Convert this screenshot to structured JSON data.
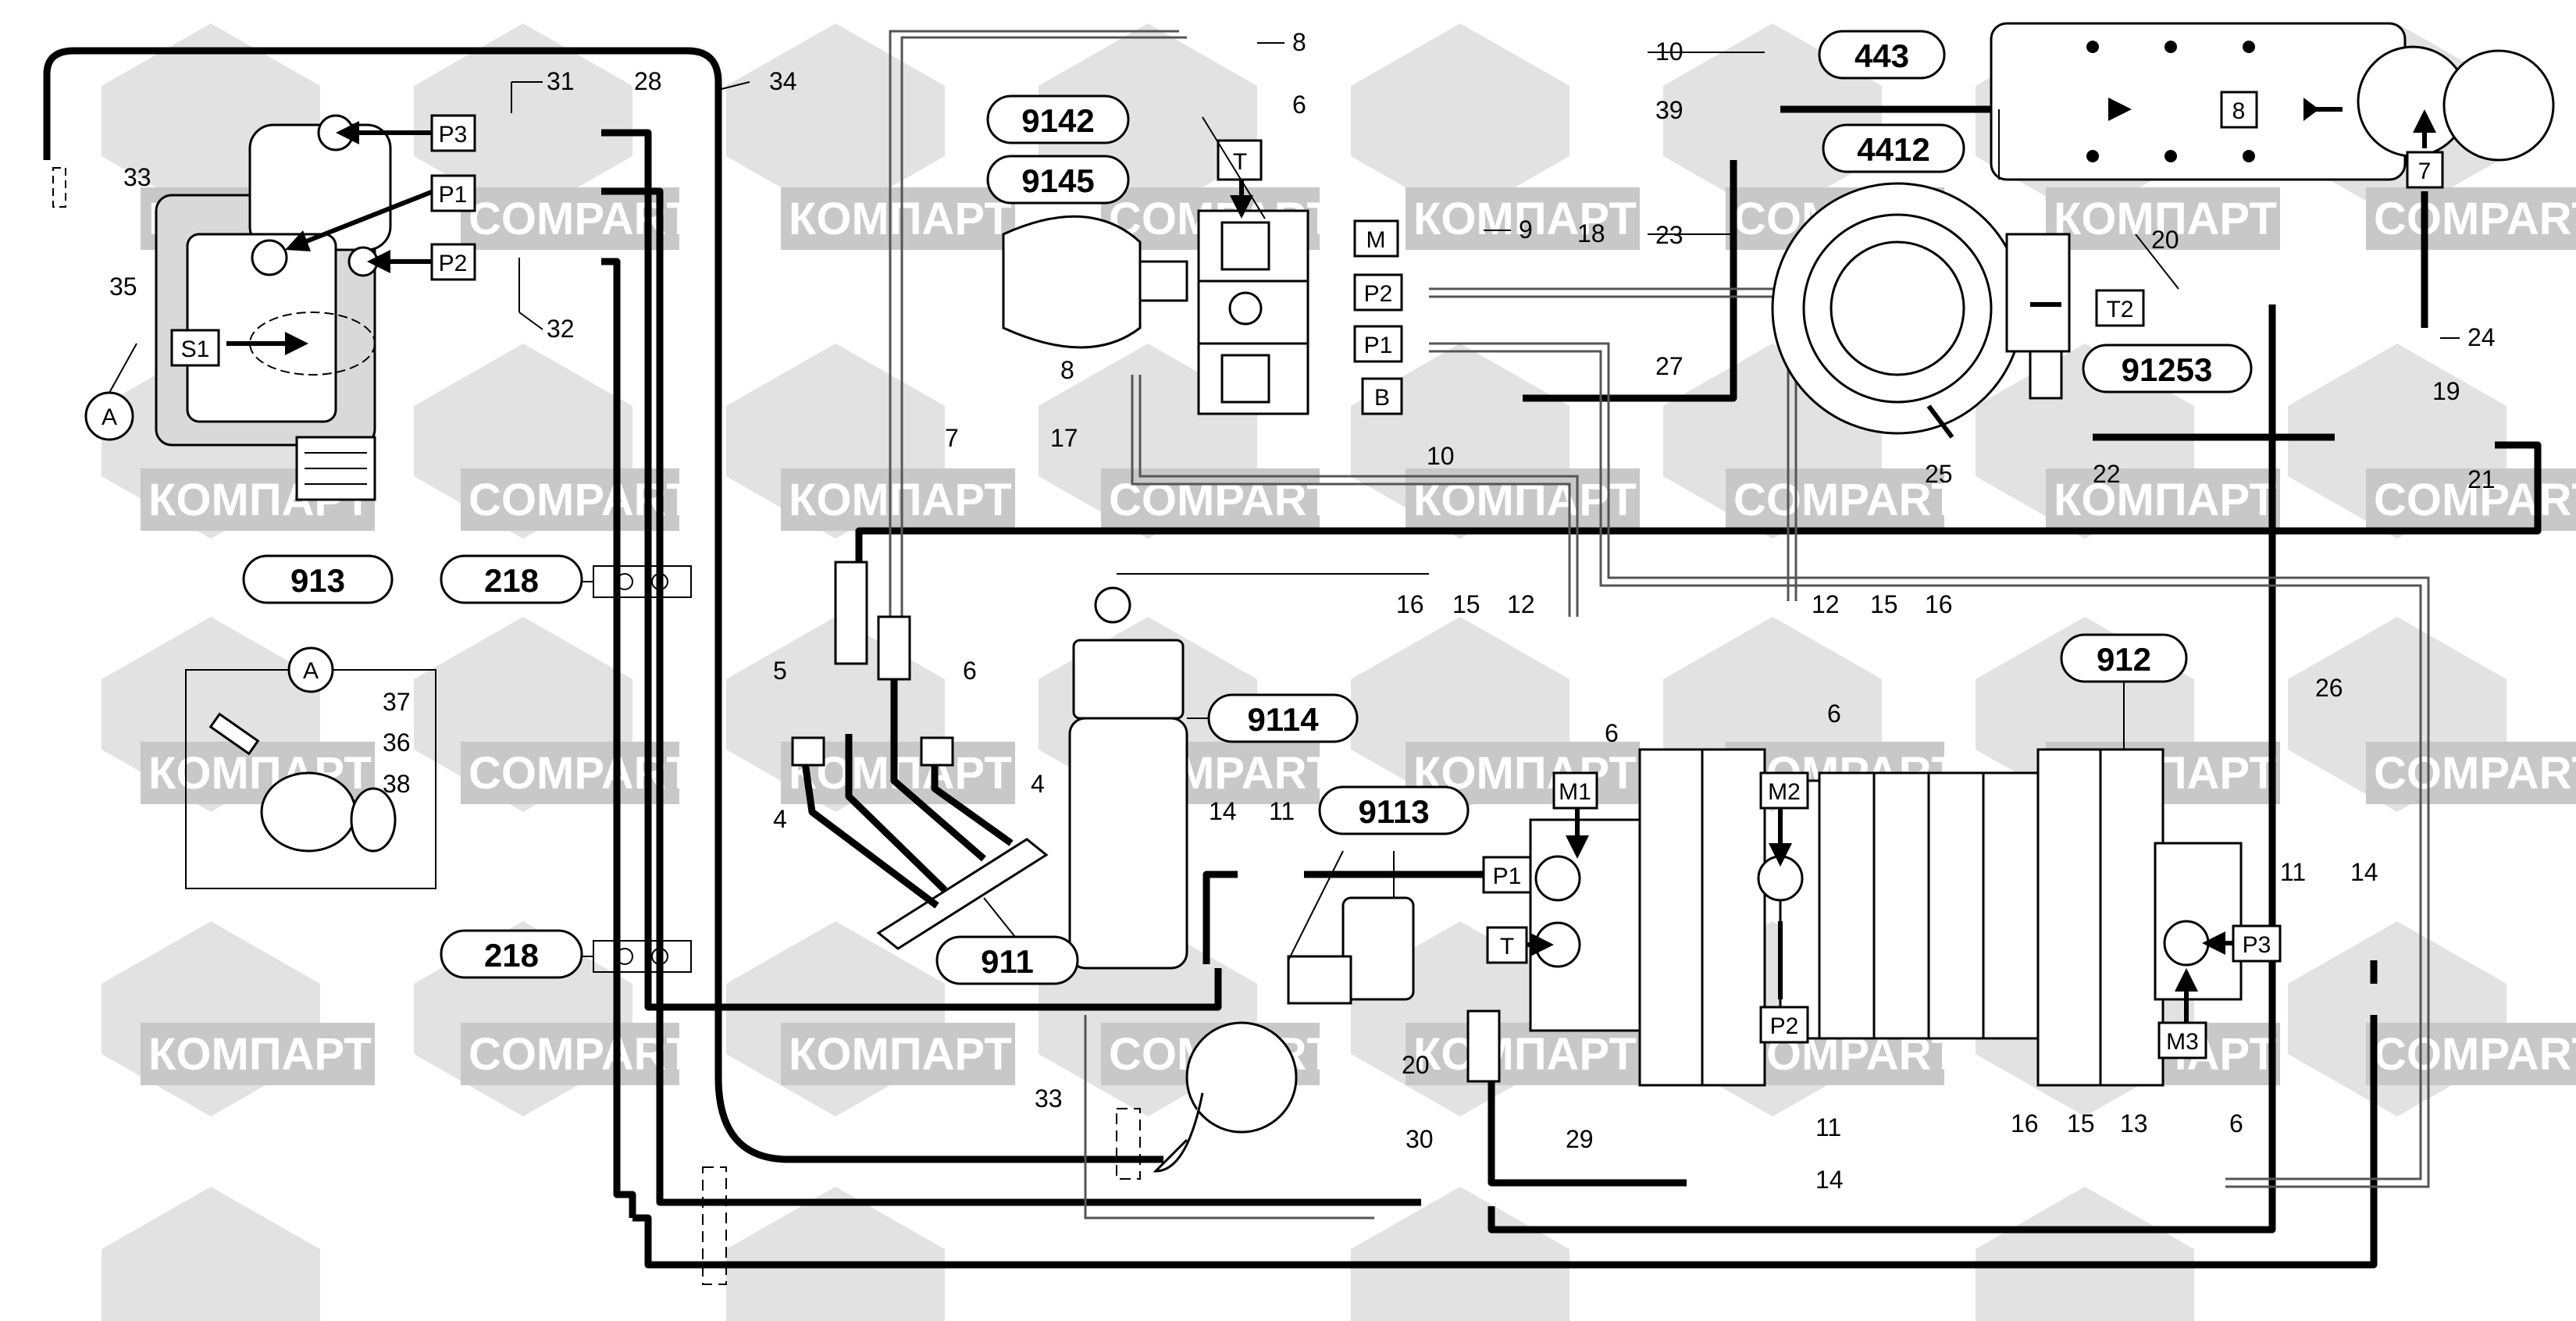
{
  "watermarks": {
    "cyrillic": "КОМПАРТ",
    "latin": "COMPART"
  },
  "assemblies": {
    "a913": "913",
    "a218_top": "218",
    "a218_bot": "218",
    "a9142": "9142",
    "a9145": "9145",
    "a443": "443",
    "a4412": "4412",
    "a91253": "91253",
    "a9114": "9114",
    "a9113": "9113",
    "a911": "911",
    "a912": "912"
  },
  "ports": {
    "p3_pump": "P3",
    "p1_pump": "P1",
    "p2_pump": "P2",
    "s1": "S1",
    "t_valve": "T",
    "m_valve": "M",
    "p2_valve": "P2",
    "p1_valve": "P1",
    "b_valve": "B",
    "t2": "T2",
    "box8": "8",
    "box7": "7",
    "m1": "M1",
    "m2": "M2",
    "p1_block": "P1",
    "t_block": "T",
    "p2_block": "P2",
    "p3_block": "P3",
    "m3": "M3"
  },
  "detail": {
    "a_top": "A",
    "a_circle": "A"
  },
  "numbers": {
    "n31": "31",
    "n28": "28",
    "n34": "34",
    "n33a": "33",
    "n35": "35",
    "n32": "32",
    "n8a": "8",
    "n6a": "6",
    "n9": "9",
    "n8b": "8",
    "n7": "7",
    "n17": "17",
    "n10a": "10",
    "n18": "18",
    "n27": "27",
    "n10b": "10",
    "n39": "39",
    "n23": "23",
    "n20a": "20",
    "n24": "24",
    "n19": "19",
    "n25": "25",
    "n22": "22",
    "n21": "21",
    "n26": "26",
    "n16a": "16",
    "n15a": "15",
    "n12a": "12",
    "n6b": "6",
    "n12b": "12",
    "n15b": "15",
    "n16b": "16",
    "n6c": "6",
    "n5": "5",
    "n6d": "6",
    "n4a": "4",
    "n4b": "4",
    "n37": "37",
    "n36": "36",
    "n38": "38",
    "n14a": "14",
    "n11a": "11",
    "n20b": "20",
    "n11b": "11",
    "n14b": "14",
    "n33b": "33",
    "n30": "30",
    "n29": "29",
    "n11c": "11",
    "n14c": "14",
    "n16c": "16",
    "n15c": "15",
    "n13": "13",
    "n6e": "6"
  }
}
